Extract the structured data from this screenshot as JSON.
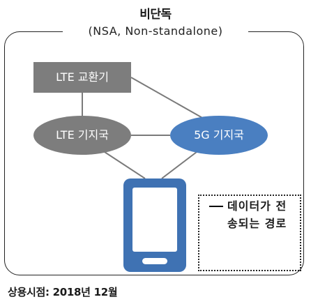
{
  "title": "비단독",
  "subtitle": "(NSA, Non-standalone)",
  "nodes": {
    "lte_exchange": "LTE 교환기",
    "lte_base_station": "LTE 기지국",
    "g5_base_station": "5G 기지국"
  },
  "legend": {
    "text": "데이터가 전송되는 경로"
  },
  "footer": "상용시점: 2018년 12월",
  "colors": {
    "gray_node": "#7d7d7d",
    "blue_node": "#4a7fc1",
    "phone": "#3f72b3"
  }
}
